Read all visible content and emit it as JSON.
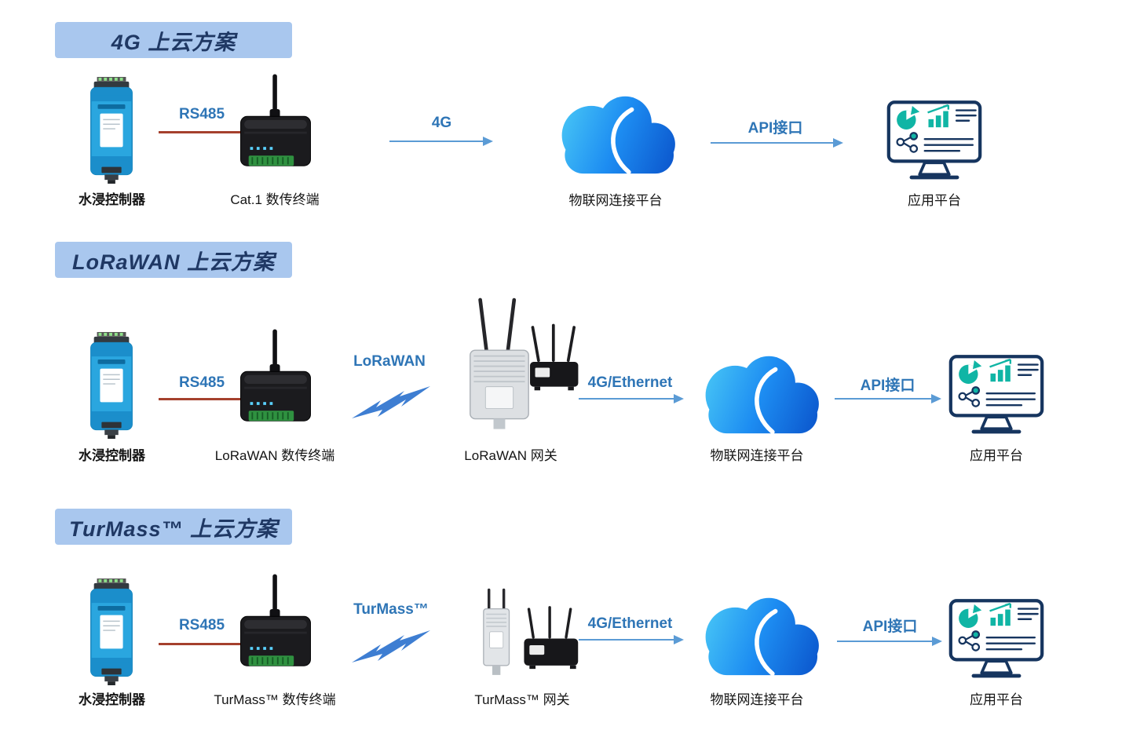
{
  "colors": {
    "header_bg": "#a9c7ee",
    "header_text": "#1f3864",
    "link_label": "#2e75b6",
    "arrow": "#5b9bd5",
    "rs485_line": "#a5402d",
    "cloud_light": "#4ac9f6",
    "cloud_dark": "#0b55cc",
    "monitor_outline": "#16355f",
    "monitor_accent": "#10b5a5",
    "sensor_body": "#2aa6df"
  },
  "icons": {
    "sensor": "water-sensor-device",
    "terminal": "dtu-terminal-device",
    "gateway": "wireless-gateway-device",
    "cloud": "iot-cloud",
    "app": "application-monitor",
    "bolt": "wireless-link-bolt",
    "arrow": "flow-arrow"
  },
  "sections": [
    {
      "title": "4G 上云方案",
      "sensor_label": "水浸控制器",
      "rs485_label": "RS485",
      "terminal_label": "Cat.1 数传终端",
      "wireless_label": "4G",
      "cloud_label": "物联网连接平台",
      "api_label": "API接口",
      "app_label": "应用平台"
    },
    {
      "title": "LoRaWAN 上云方案",
      "sensor_label": "水浸控制器",
      "rs485_label": "RS485",
      "terminal_label": "LoRaWAN 数传终端",
      "wireless_label": "LoRaWAN",
      "gateway_label": "LoRaWAN 网关",
      "backhaul_label": "4G/Ethernet",
      "cloud_label": "物联网连接平台",
      "api_label": "API接口",
      "app_label": "应用平台"
    },
    {
      "title": "TurMass™ 上云方案",
      "sensor_label": "水浸控制器",
      "rs485_label": "RS485",
      "terminal_label": "TurMass™ 数传终端",
      "wireless_label": "TurMass™",
      "gateway_label": "TurMass™ 网关",
      "backhaul_label": "4G/Ethernet",
      "cloud_label": "物联网连接平台",
      "api_label": "API接口",
      "app_label": "应用平台"
    }
  ]
}
